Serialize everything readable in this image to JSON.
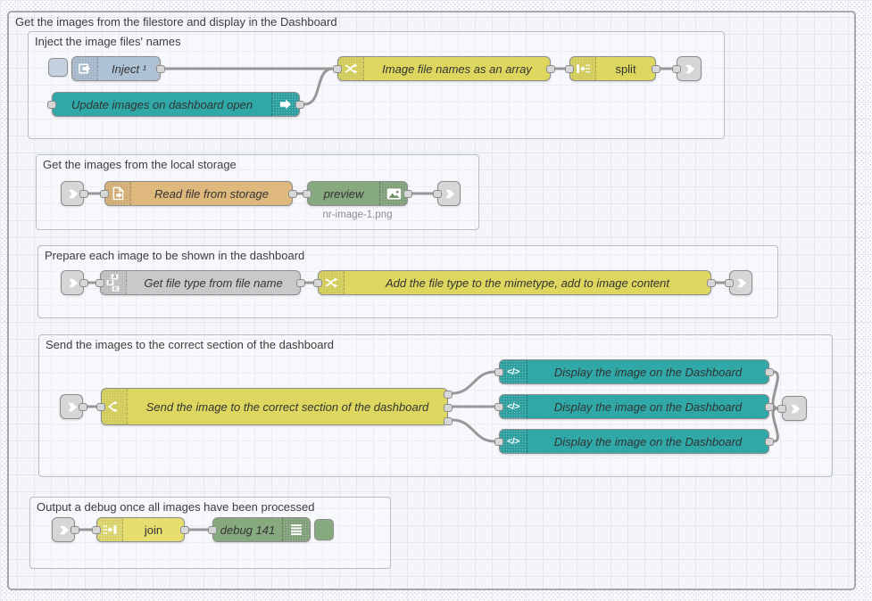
{
  "palette": {
    "inject_blue": "#aec2d5",
    "inject_button_blue": "#c3d1e0",
    "teal": "#30a8a8",
    "function_yellow": "#ded75f",
    "join_yellow": "#e6df70",
    "file_orange": "#deb87c",
    "debug_green": "#87a980",
    "grey_node": "#c9c9c9",
    "link_grey": "#d6d6d6",
    "wire_grey": "#979797"
  },
  "groups": [
    {
      "title": "Get the images from the filestore and display in the Dashboard"
    },
    {
      "title": "Inject the image files' names"
    },
    {
      "title": "Get the images from the local storage"
    },
    {
      "title": "Prepare each image to be shown in the dashboard"
    },
    {
      "title": "Send the images to the correct section of the dashboard"
    },
    {
      "title": "Output a debug once all images have been processed"
    }
  ],
  "nodes": {
    "inject": {
      "label": "Inject ¹",
      "icon": "inject-icon"
    },
    "update_images": {
      "label": "Update images on dashboard open",
      "icon": "arrow-right-icon"
    },
    "fn_filenames": {
      "label": "Image file names as an array",
      "icon": "function-icon"
    },
    "split": {
      "label": "split",
      "icon": "split-icon"
    },
    "read_file": {
      "label": "Read file from storage",
      "icon": "file-in-icon"
    },
    "preview": {
      "label": "preview",
      "icon": "image-icon",
      "status": "nr-image-1.png"
    },
    "get_file_type": {
      "label": "Get file type from file name",
      "icon": "abc-blocks-icon"
    },
    "fn_mimetype": {
      "label": "Add the file type to the mimetype, add to image content",
      "icon": "function-icon"
    },
    "switch_send": {
      "label": "Send the image to the correct section of the dashboard",
      "icon": "switch-icon"
    },
    "display_1": {
      "label": "Display the image on the Dashboard",
      "icon": "code-icon"
    },
    "display_2": {
      "label": "Display the image on the Dashboard",
      "icon": "code-icon"
    },
    "display_3": {
      "label": "Display the image on the Dashboard",
      "icon": "code-icon"
    },
    "join": {
      "label": "join",
      "icon": "join-icon"
    },
    "debug": {
      "label": "debug 141",
      "icon": "list-icon"
    }
  },
  "icons": {
    "code_glyph": "</>",
    "abc": [
      "A",
      "B",
      "C"
    ]
  }
}
